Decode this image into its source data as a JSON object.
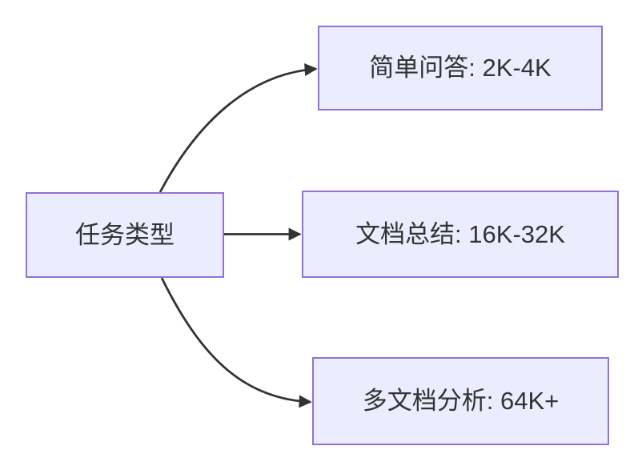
{
  "diagram": {
    "type": "flowchart-left-to-right",
    "root": {
      "id": "task-type",
      "label": "任务类型"
    },
    "branches": [
      {
        "id": "simple-qa",
        "label": "简单问答: 2K-4K"
      },
      {
        "id": "doc-summary",
        "label": "文档总结: 16K-32K"
      },
      {
        "id": "multi-doc-analysis",
        "label": "多文档分析: 64K+"
      }
    ],
    "edges": [
      {
        "from": "task-type",
        "to": "simple-qa"
      },
      {
        "from": "task-type",
        "to": "doc-summary"
      },
      {
        "from": "task-type",
        "to": "multi-doc-analysis"
      }
    ],
    "colors": {
      "node_fill": "#ECECFF",
      "node_border": "#9370DB",
      "edge_stroke": "#333333",
      "text": "#333333",
      "background": "#FFFFFF"
    }
  }
}
